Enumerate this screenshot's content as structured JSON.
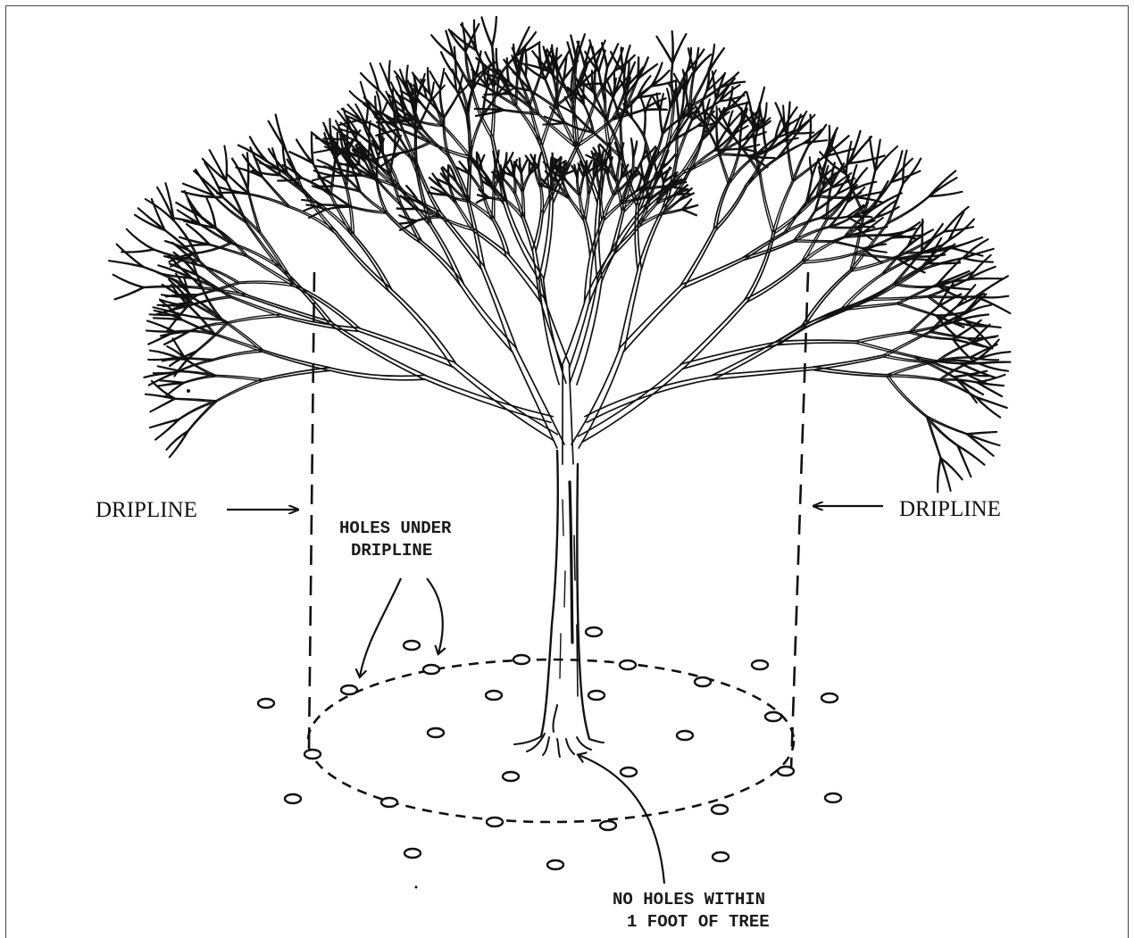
{
  "labels": {
    "dripline_left": "DRIPLINE",
    "dripline_right": "DRIPLINE",
    "holes_under_dripline_line1": "HOLES UNDER",
    "holes_under_dripline_line2": "DRIPLINE",
    "no_holes_line1": "NO HOLES WITHIN",
    "no_holes_line2": "1 FOOT OF TREE"
  },
  "colors": {
    "ink": "#111111",
    "paper": "#ffffff",
    "frame": "#444444"
  }
}
